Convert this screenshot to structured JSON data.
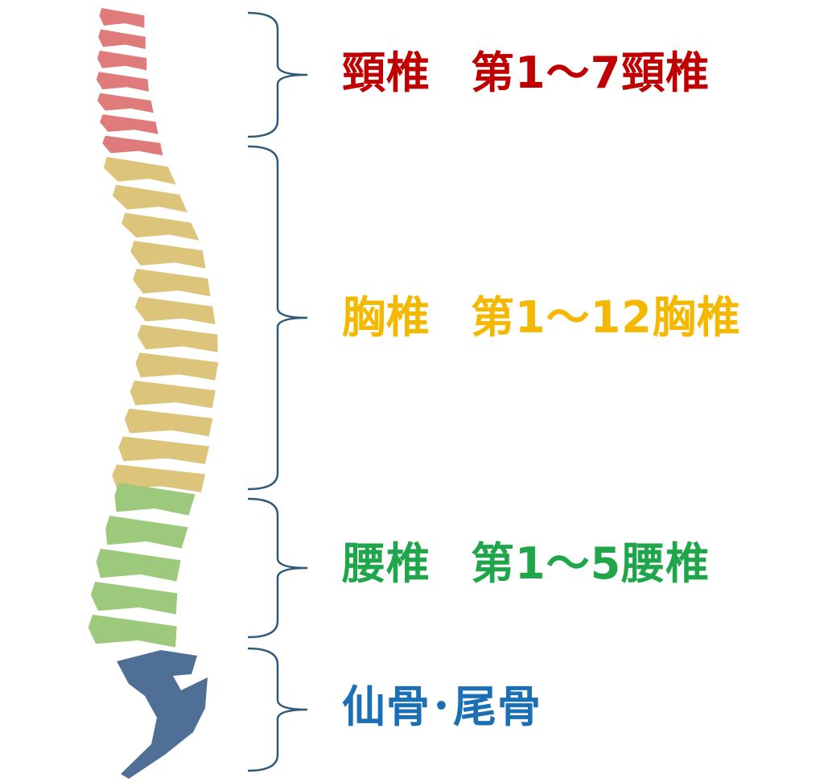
{
  "regions": [
    {
      "key": "cervical",
      "name": "頸椎",
      "range": "第1～7頸椎",
      "color": "#c00000",
      "vertebra_color": "#e07b7b",
      "count": 7
    },
    {
      "key": "thoracic",
      "name": "胸椎",
      "range": "第1～12胸椎",
      "color": "#f5b800",
      "vertebra_color": "#dcc47a",
      "count": 12
    },
    {
      "key": "lumbar",
      "name": "腰椎",
      "range": "第1～5腰椎",
      "color": "#1fa64a",
      "vertebra_color": "#9cc97c",
      "count": 5
    },
    {
      "key": "sacrum",
      "name": "仙骨･尾骨",
      "range": "",
      "color": "#1a6fb5",
      "vertebra_color": "#4f6f96",
      "count": 1
    }
  ],
  "brace_color": "#2e5a78"
}
